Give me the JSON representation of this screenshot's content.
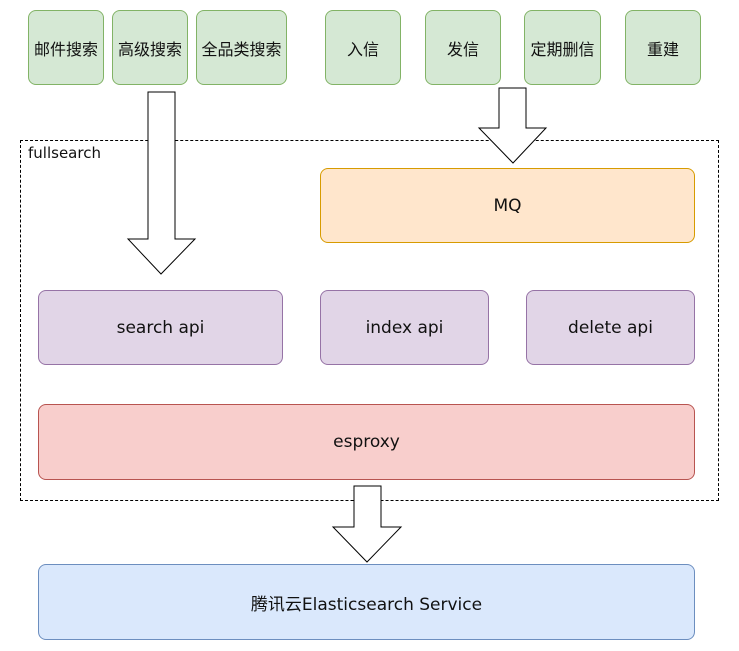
{
  "entry_nodes": [
    {
      "id": "mail-search",
      "label": "邮件搜索"
    },
    {
      "id": "advanced-search",
      "label": "高级搜索"
    },
    {
      "id": "all-category-search",
      "label": "全品类搜索"
    },
    {
      "id": "incoming-mail",
      "label": "入信"
    },
    {
      "id": "send-mail",
      "label": "发信"
    },
    {
      "id": "scheduled-delete",
      "label": "定期删信"
    },
    {
      "id": "rebuild",
      "label": "重建"
    }
  ],
  "container": {
    "label": "fullsearch"
  },
  "queue": {
    "label": "MQ"
  },
  "apis": {
    "search": "search api",
    "index": "index api",
    "delete": "delete api"
  },
  "proxy": {
    "label": "esproxy"
  },
  "backend": {
    "label": "腾讯云Elasticsearch Service"
  },
  "colors": {
    "entry_fill": "#d5e8d4",
    "entry_stroke": "#82b366",
    "api_fill": "#e1d5e7",
    "api_stroke": "#9673a6",
    "queue_fill": "#ffe6cc",
    "queue_stroke": "#d79b00",
    "proxy_fill": "#f8cecc",
    "proxy_stroke": "#b85450",
    "backend_fill": "#dae8fc",
    "backend_stroke": "#6c8ebf"
  }
}
